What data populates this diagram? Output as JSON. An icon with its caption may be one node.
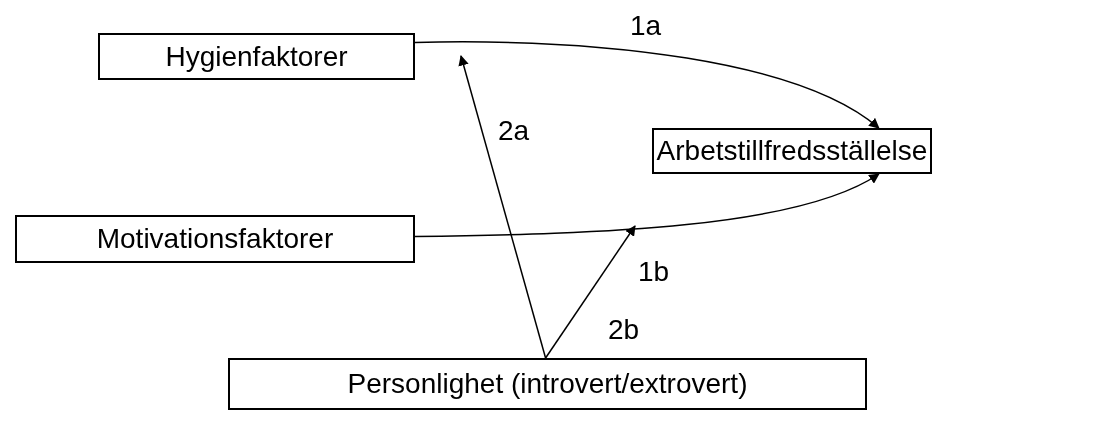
{
  "diagram": {
    "nodes": [
      {
        "text": [
          "Hygienfaktorer"
        ]
      },
      {
        "text": [
          "Arbetstillfredsställelse"
        ]
      },
      {
        "text": [
          "Motivationsfaktorer"
        ]
      },
      {
        "text": [
          "Personlighet (introvert/extrovert)"
        ]
      }
    ],
    "edges": [
      {
        "from": 0,
        "to": 1,
        "arrow": "to",
        "label": "1a"
      },
      {
        "from": 2,
        "to": 1,
        "arrow": "to",
        "label": "1b"
      },
      {
        "from": 3,
        "to": null,
        "arrow": "to",
        "label": "2a"
      },
      {
        "from": 3,
        "to": null,
        "arrow": "to",
        "label": "2b"
      }
    ]
  }
}
